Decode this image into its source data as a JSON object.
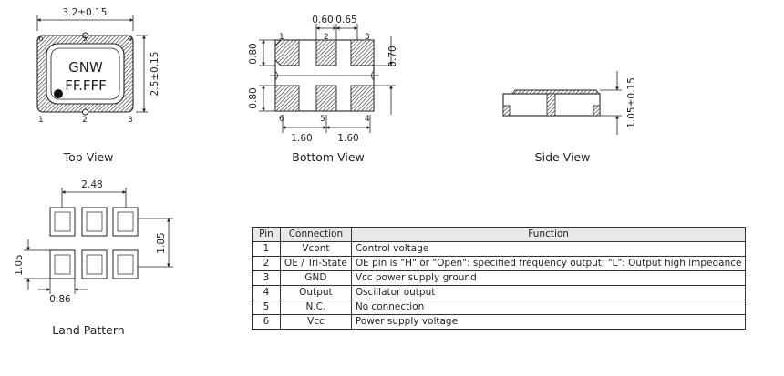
{
  "captions": {
    "top_view": "Top View",
    "bottom_view": "Bottom View",
    "side_view": "Side View",
    "land_pattern": "Land Pattern"
  },
  "top_view": {
    "width_dim": "3.2±0.15",
    "height_dim": "2.5±0.15",
    "marking_line1": "GNW",
    "marking_line2": "FF.FFF",
    "pins_top": [
      "6",
      "5",
      "4"
    ],
    "pins_bottom": [
      "1",
      "2",
      "3"
    ]
  },
  "bottom_view": {
    "pad_width_dim": "0.60",
    "pad_gap_dim": "0.65",
    "pad_height_dim_upper": "0.80",
    "pad_height_dim_lower": "0.80",
    "row_gap_dim": "0.70",
    "pitch_left": "1.60",
    "pitch_right": "1.60",
    "pins_top": [
      "1",
      "2",
      "3"
    ],
    "pins_bottom": [
      "6",
      "5",
      "4"
    ]
  },
  "side_view": {
    "height_dim": "1.05±0.15"
  },
  "land_pattern": {
    "span_dim": "2.48",
    "height_dim": "1.85",
    "pad_height_dim": "1.05",
    "pad_width_dim": "0.86"
  },
  "pin_table": {
    "headers": [
      "Pin",
      "Connection",
      "Function"
    ],
    "rows": [
      {
        "pin": "1",
        "connection": "Vcont",
        "function": "Control voltage"
      },
      {
        "pin": "2",
        "connection": "OE / Tri-State",
        "function": "OE pin is \"H\" or \"Open\": specified frequency output; \"L\": Output high impedance"
      },
      {
        "pin": "3",
        "connection": "GND",
        "function": "Vcc power supply ground"
      },
      {
        "pin": "4",
        "connection": "Output",
        "function": "Oscillator output"
      },
      {
        "pin": "5",
        "connection": "N.C.",
        "function": "No connection"
      },
      {
        "pin": "6",
        "connection": "Vcc",
        "function": "Power supply voltage"
      }
    ]
  }
}
